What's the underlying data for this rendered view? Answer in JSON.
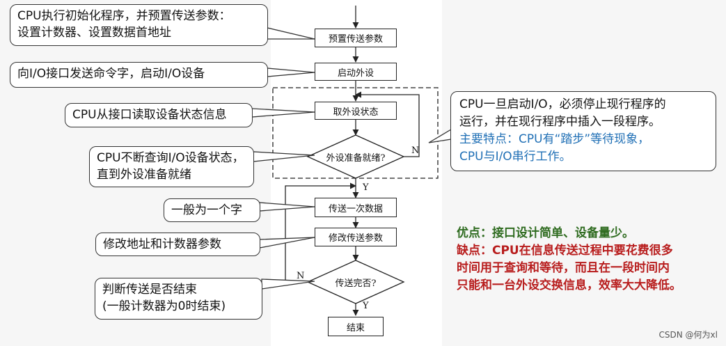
{
  "flowchart": {
    "preset_params": "预置传送参数",
    "start_device": "启动外设",
    "get_status": "取外设状态",
    "device_ready": "外设准备就绪?",
    "send_once": "传送一次数据",
    "modify_params": "修改传送参数",
    "transfer_done": "传送完否?",
    "end": "结束",
    "yes": "Y",
    "no": "N"
  },
  "callouts": {
    "init": [
      "CPU执行初始化程序，并预置传送参数：",
      "设置计数器、设置数据首地址"
    ],
    "send_cmd": "向I/O接口发送命令字，启动I/O设备",
    "read_status": "CPU从接口读取设备状态信息",
    "poll": [
      "CPU不断查询I/O设备状态，",
      "直到外设准备就绪"
    ],
    "one_word": "一般为一个字",
    "modify": "修改地址和计数器参数",
    "judge": [
      "判断传送是否结束",
      "(一般计数器为0时结束)"
    ],
    "right": {
      "line1": "CPU一旦启动I/O，必须停止现行程序的",
      "line2": "运行，并在现行程序中插入一段程序。",
      "line3": "主要特点：CPU有“踏步”等待现象，",
      "line4": "CPU与I/O串行工作。"
    }
  },
  "notes": {
    "pro": "优点：接口设计简单、设备量少。",
    "con1": "缺点：CPU在信息传送过程中要花费很多",
    "con2": "时间用于查询和等待，而且在一段时间内",
    "con3": "只能和一台外设交换信息，效率大大降低。"
  },
  "watermark": "CSDN @何为xl",
  "colors": {
    "pro": "#2e6b1f",
    "con": "#b81d1d",
    "feature": "#1f6fb5"
  }
}
